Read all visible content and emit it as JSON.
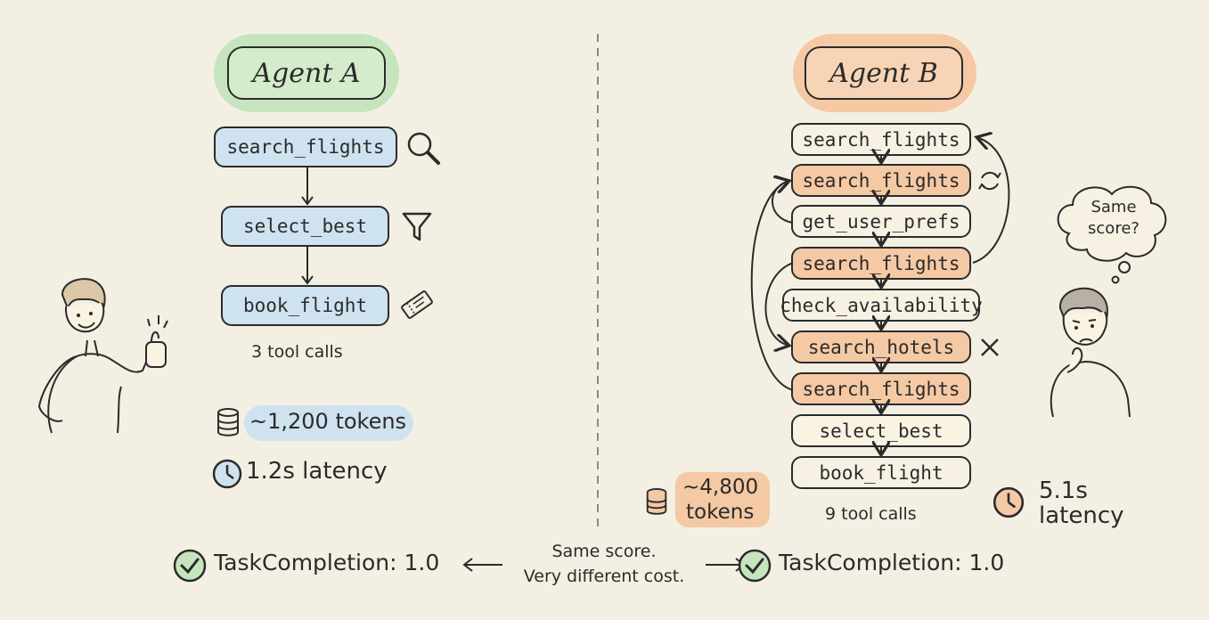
{
  "agent_a": {
    "title": "Agent A",
    "tools": [
      "search_flights",
      "select_best",
      "book_flight"
    ],
    "tool_call_count": "3 tool calls",
    "tokens": "~1,200 tokens",
    "latency": "1.2s latency",
    "result": "TaskCompletion: 1.0"
  },
  "agent_b": {
    "title": "Agent B",
    "tools": [
      "search_flights",
      "search_flights",
      "get_user_prefs",
      "search_flights",
      "check_availability",
      "search_hotels",
      "search_flights",
      "select_best",
      "book_flight"
    ],
    "tool_call_count": "9 tool calls",
    "tokens_line1": "~4,800",
    "tokens_line2": "tokens",
    "latency_line1": "5.1s",
    "latency_line2": "latency",
    "result": "TaskCompletion: 1.0"
  },
  "thought_bubble": {
    "line1": "Same",
    "line2": "score?"
  },
  "caption": {
    "line1": "Same score.",
    "line2": "Very different cost."
  },
  "colors": {
    "background": "#f4efe3",
    "green": "#c6e5bf",
    "blue": "#cfe2ef",
    "orange": "#f4c9a4"
  }
}
